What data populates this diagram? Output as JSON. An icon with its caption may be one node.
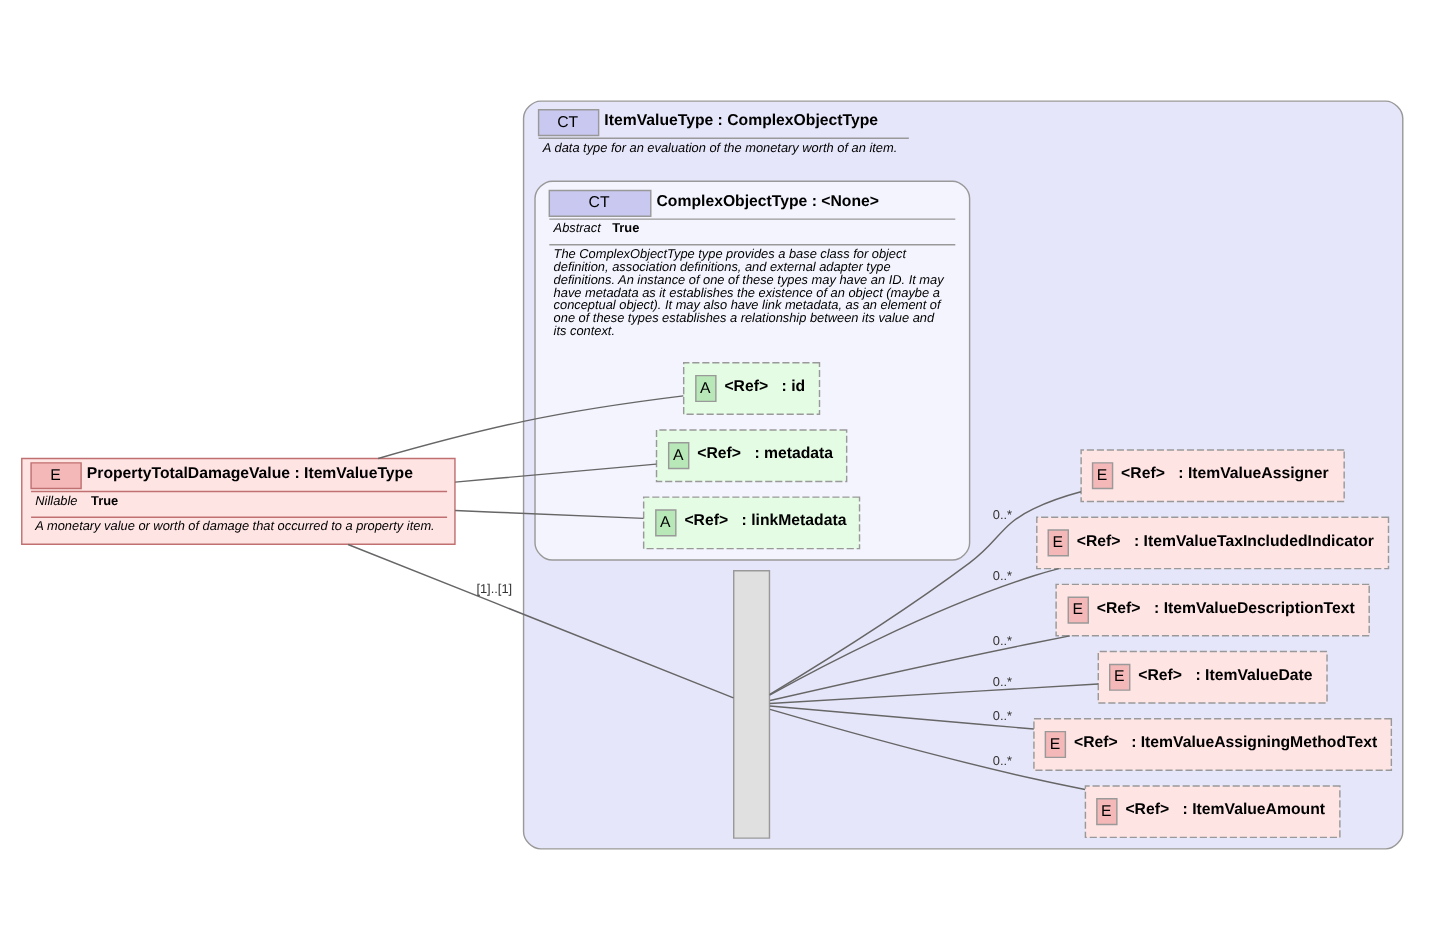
{
  "diagram": {
    "nodes": [
      {
        "text": [
          "E",
          "PropertyTotalDamageValue : ItemValueType",
          "Nillable",
          "True",
          "A monetary value or worth of damage that occurred to a property item."
        ]
      },
      {
        "text": [
          "CT",
          "ItemValueType : ComplexObjectType",
          "A data type for an evaluation of the monetary worth of an item."
        ]
      },
      {
        "text": [
          "CT",
          "ComplexObjectType : <None>",
          "Abstract",
          "True",
          "The ComplexObjectType type provides a base class for object definition, association definitions, and external adapter type definitions. An instance of one of these types may have an ID. It may have metadata as it establishes the existence of an object (maybe a conceptual object). It may also have link metadata, as an element of one of these types establishes a relationship between its value and its context."
        ],
        "in": 1
      },
      {
        "text": [
          "A",
          "<Ref>",
          ": id"
        ],
        "in": 2
      },
      {
        "text": [
          "A",
          "<Ref>",
          ": metadata"
        ],
        "in": 2
      },
      {
        "text": [
          "A",
          "<Ref>",
          ": linkMetadata"
        ],
        "in": 2
      },
      {
        "text": [],
        "shape": "bar",
        "in": 1
      },
      {
        "text": [
          "E",
          "<Ref>",
          ": ItemValueAmount"
        ],
        "in": 1
      },
      {
        "text": [
          "E",
          "<Ref>",
          ": ItemValueAssigningMethodText"
        ],
        "in": 1
      },
      {
        "text": [
          "E",
          "<Ref>",
          ": ItemValueDate"
        ],
        "in": 1
      },
      {
        "text": [
          "E",
          "<Ref>",
          ": ItemValueDescriptionText"
        ],
        "in": 1
      },
      {
        "text": [
          "E",
          "<Ref>",
          ": ItemValueTaxIncludedIndicator"
        ],
        "in": 1
      },
      {
        "text": [
          "E",
          "<Ref>",
          ": ItemValueAssigner"
        ],
        "in": 1
      }
    ],
    "edges": [
      {
        "from": 0,
        "to": 3,
        "arrow": "none"
      },
      {
        "from": 0,
        "to": 4,
        "arrow": "none"
      },
      {
        "from": 0,
        "to": 5,
        "arrow": "none"
      },
      {
        "from": 0,
        "to": 6,
        "arrow": "none",
        "label": "[1]..[1]"
      },
      {
        "from": 6,
        "to": 7,
        "arrow": "none",
        "label": "0..*"
      },
      {
        "from": 6,
        "to": 8,
        "arrow": "none",
        "label": "0..*"
      },
      {
        "from": 6,
        "to": 9,
        "arrow": "none",
        "label": "0..*"
      },
      {
        "from": 6,
        "to": 10,
        "arrow": "none",
        "label": "0..*"
      },
      {
        "from": 6,
        "to": 11,
        "arrow": "none",
        "label": "0..*"
      },
      {
        "from": 6,
        "to": 12,
        "arrow": "none",
        "label": "0..*"
      }
    ]
  }
}
